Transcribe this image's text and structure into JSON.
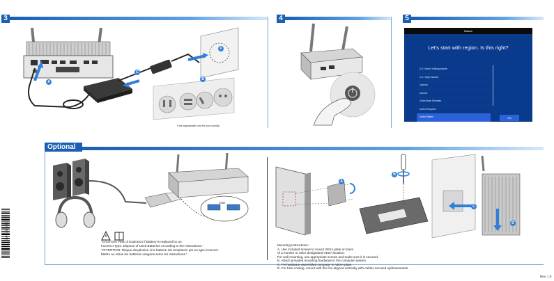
{
  "steps": {
    "s3": "3",
    "s4": "4",
    "s5": "5"
  },
  "step3": {
    "callout_a": "A",
    "callout_b": "B",
    "callout_c": "C",
    "callout_d": "D",
    "plug_note": "*Use appropriate cord for your country."
  },
  "setup_screen": {
    "header": "Basics",
    "title": "Let's start with region.  Is this right?",
    "regions": [
      "U.S. Minor Outlying Islands",
      "U.S. Virgin Islands",
      "Uganda",
      "Ukraine",
      "United Arab Emirates",
      "United Kingdom",
      "United States"
    ],
    "selected_index": 6,
    "yes_button": "Yes"
  },
  "optional": {
    "title": "Optional",
    "usb_label": "USB3",
    "caution_line1": "\"CAUTION: Risk of Explosion if Battery is replaced by an",
    "caution_line2": "Incorrect Type. Dispose of Used Batteries According to the Instructions.\"",
    "caution_line3": "\"ATTENTION: Risque d'explosion si la batterie est remplacée par un type incorrect.",
    "caution_line4": "Mettre au rebus les batteries usagées selon les instructions.\""
  },
  "mounting": {
    "heading": "Mounting Instructions:",
    "line_a1": "A. Use included screws to mount VESA plate on back",
    "line_a2": "of a monitor or other designated VESA location.",
    "line_a3": "For wall mounting, use appropriate screws and make sure it is secured.",
    "line_b": "B. Attach provided mounting hardware to the computer system.",
    "line_c": "C. Fix hardware-assembled computer to VESA plate.",
    "line_d": "D. For best cooling, mount with the fins aligned vertically with cables secured up/downwards.",
    "callout_a": "A",
    "callout_b": "B",
    "callout_c": "C",
    "callout_d": "D"
  },
  "barcode_number": "010-01012012",
  "revision": "Rev. 1.0",
  "colors": {
    "accent": "#1a5fb4",
    "screen_bg": "#0a3a8c"
  }
}
